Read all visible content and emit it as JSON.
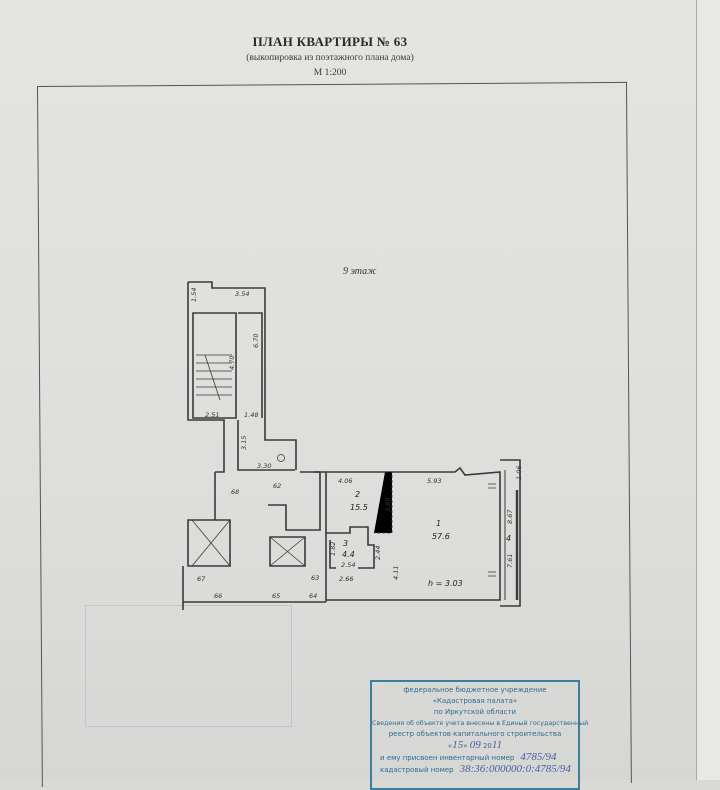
{
  "document": {
    "title": "ПЛАН КВАРТИРЫ № 63",
    "subtitle": "(выкопировка из поэтажного плана дома)",
    "scale": "М 1:200",
    "floor_label": "9 этаж"
  },
  "plan": {
    "dimensions": [
      "3.54",
      "1.54",
      "6.70",
      "4.70",
      "2.51",
      "1.48",
      "3.15",
      "3.30",
      "4.06",
      "5.93",
      "3.89",
      "1.06",
      "8.67",
      "7.61",
      "2.44",
      "4.11",
      "1.82",
      "2.54",
      "2.66"
    ],
    "room_numbers": [
      "1",
      "2",
      "3",
      "4"
    ],
    "room_areas": [
      "57.6",
      "15.5",
      "4.4"
    ],
    "ceiling_height": "h = 3.03",
    "neighbor_numbers": [
      "62",
      "63",
      "64",
      "65",
      "66",
      "67",
      "68"
    ]
  },
  "stamp": {
    "line1": "федеральное бюджетное учреждение",
    "line2": "«Кадастровая палата»",
    "line3": "по Иркутской области",
    "line4": "Сведения об объекте учета внесены в Единый государственный",
    "line5": "реестр объектов капитального строительства",
    "day": "15",
    "month": "09",
    "year_prefix": "20",
    "year_suffix": "11",
    "inventory_label": "и ему присвоен инвентарный номер",
    "inventory_number": "4785/94",
    "cadastral_label": "кадастровый номер",
    "cadastral_number": "38:36:000000:0:4785/94"
  },
  "colors": {
    "stamp": "#2f6c92",
    "ink": "#333333"
  }
}
